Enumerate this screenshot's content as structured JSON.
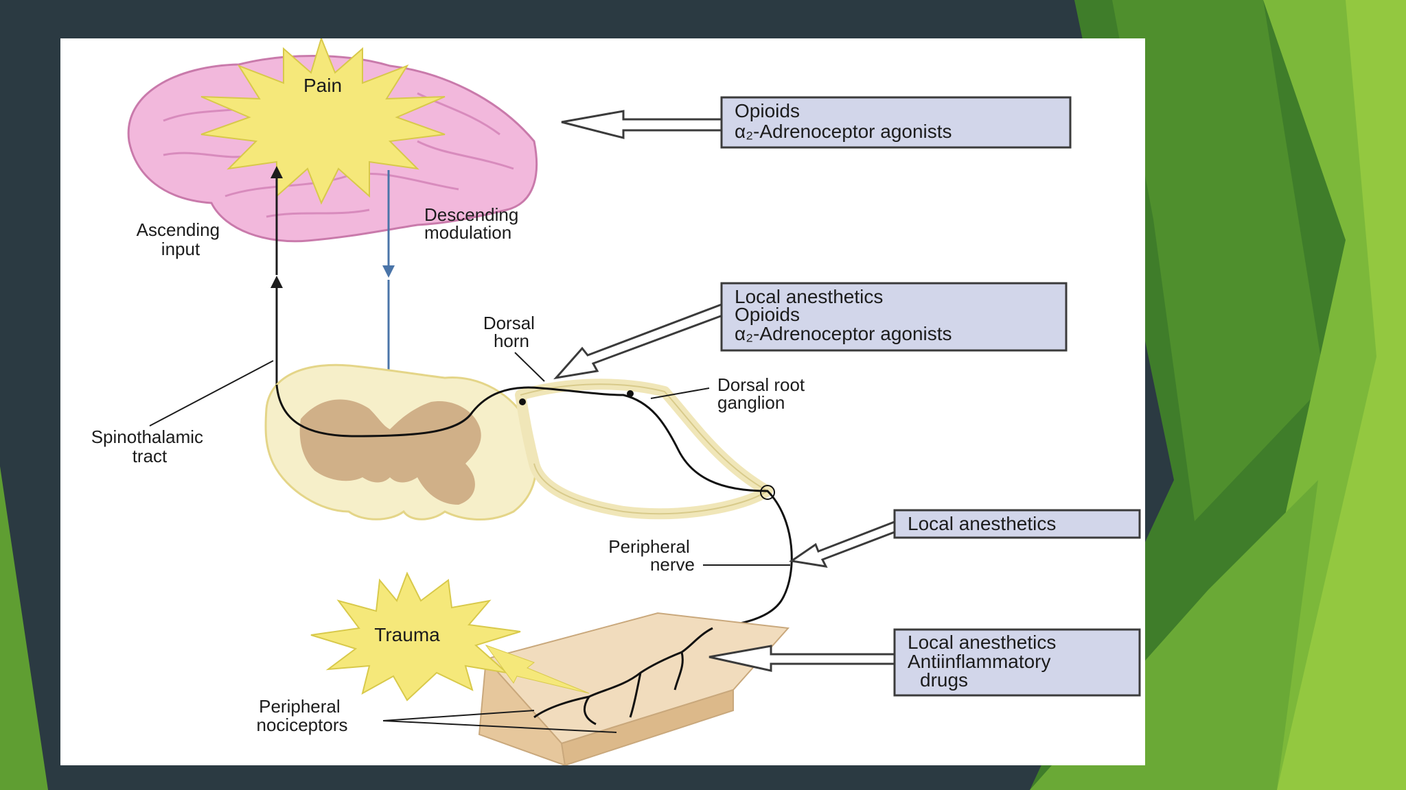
{
  "diagram": {
    "pain_label": "Pain",
    "trauma_label": "Trauma",
    "ascending_input": [
      "Ascending",
      "input"
    ],
    "descending_modulation": [
      "Descending",
      "modulation"
    ],
    "dorsal_horn": [
      "Dorsal",
      "horn"
    ],
    "spinothalamic_tract": [
      "Spinothalamic",
      "tract"
    ],
    "dorsal_root_ganglion": [
      "Dorsal root",
      "ganglion"
    ],
    "peripheral_nerve": [
      "Peripheral",
      "nerve"
    ],
    "peripheral_nociceptors": [
      "Peripheral",
      "nociceptors"
    ],
    "box_brain": [
      "Opioids",
      "α₂-Adrenoceptor agonists"
    ],
    "box_dorsal_horn": [
      "Local anesthetics",
      "Opioids",
      "α₂-Adrenoceptor agonists"
    ],
    "box_nerve": [
      "Local anesthetics"
    ],
    "box_nociceptors": [
      "Local anesthetics",
      "Antiinflammatory",
      "drugs"
    ]
  },
  "colors": {
    "slide_background": "#2b3a42",
    "green_light": "#8dc63f",
    "green_dark": "#4a8a2a",
    "brain_pink": "#f2b8dc",
    "burst_yellow": "#f5e87a",
    "drug_box_fill": "#d2d6ea",
    "descending_arrow": "#4a74a8"
  }
}
